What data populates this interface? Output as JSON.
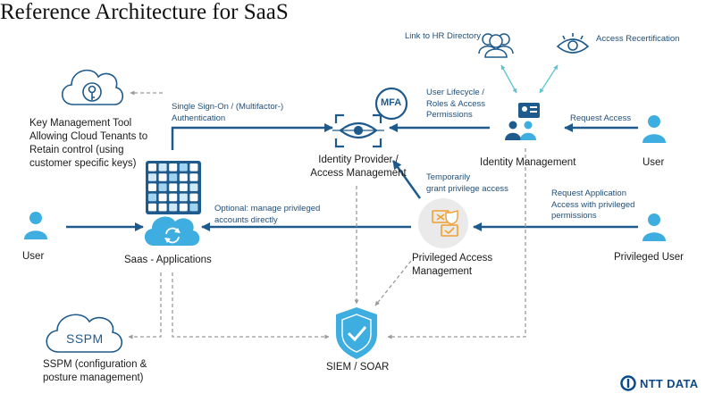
{
  "title": "Reference Architecture for SaaS",
  "nodes": {
    "key_mgmt": [
      "Key Management Tool",
      "Allowing Cloud Tenants to",
      "Retain control (using",
      "customer specific keys)"
    ],
    "idp": [
      "Identity Provider /",
      "Access Management"
    ],
    "idm": "Identity Management",
    "user_right": "User",
    "user_left": "User",
    "saas": "Saas - Applications",
    "pam": [
      "Privileged Access",
      "Management"
    ],
    "priv_user": "Privileged User",
    "sspm": [
      "SSPM (configuration &",
      "posture management)"
    ],
    "siem": "SIEM / SOAR",
    "mfa": "MFA",
    "sspm_cloud": "SSPM"
  },
  "edges": {
    "sso": [
      "Single Sign-On / (Multifactor-)",
      "Authentication"
    ],
    "hr": "Link to HR Directory",
    "recert": "Access Recertification",
    "lifecycle": [
      "User Lifecycle /",
      "Roles & Access",
      "Permissions"
    ],
    "req_access": "Request Access",
    "temp_priv": [
      "Temporarily",
      "grant privilege access"
    ],
    "req_app": [
      "Request Application",
      "Access with privileged",
      "permissions"
    ],
    "optional": [
      "Optional: manage privileged",
      "accounts directly"
    ]
  },
  "logo": "NTT DATA",
  "colors": {
    "primary": "#1f5a8c",
    "accent": "#2aa3d8",
    "icon_fill": "#3eaee0",
    "arrow_grey": "#9a9a9a",
    "teal_arrow": "#5fc4cf"
  }
}
